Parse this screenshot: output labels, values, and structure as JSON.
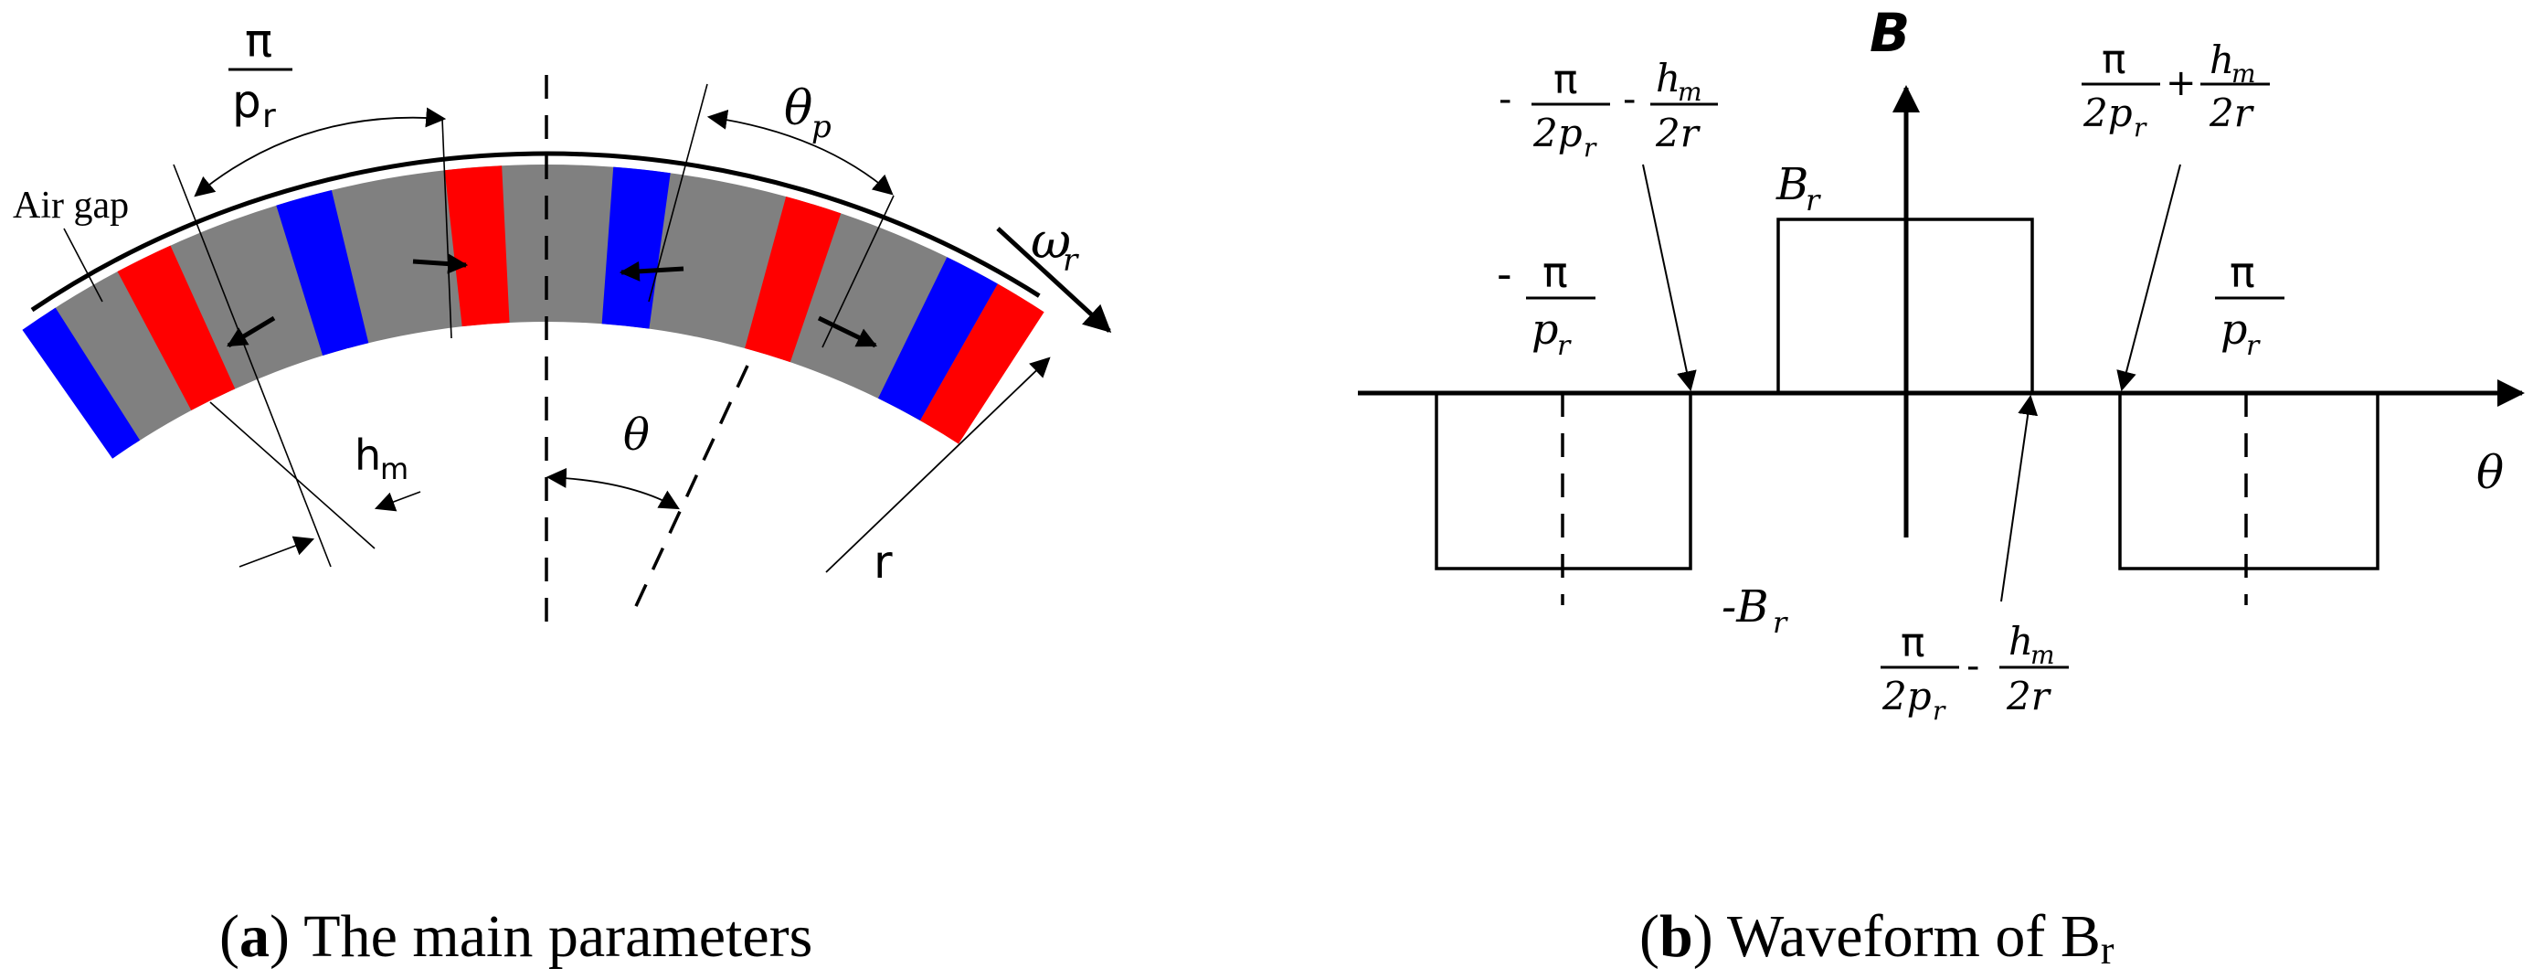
{
  "panel_a": {
    "caption_letter": "a",
    "caption_text": "The main parameters",
    "labels": {
      "air_gap": "Air gap",
      "pole_pitch_num": "π",
      "pole_pitch_den": "p",
      "pole_pitch_den_sub": "r",
      "theta_p": "θ",
      "theta_p_sub": "p",
      "omega": "ω",
      "omega_sub": "r",
      "h_m": "h",
      "h_m_sub": "m",
      "theta": "θ",
      "radius": "r"
    },
    "colors": {
      "rotor": "#808080",
      "magnet_north": "#ff0000",
      "magnet_south": "#0000ff",
      "outline": "#000000"
    }
  },
  "panel_b": {
    "caption_letter": "b",
    "caption_text": "Waveform of B",
    "caption_sub": "r",
    "labels": {
      "y_axis": "B",
      "x_axis": "θ",
      "b_r": "B",
      "b_r_sub": "r",
      "neg_b_r": "-B",
      "neg_b_r_sub": "r",
      "neg_pi_over_pr": {
        "sign": "-",
        "num": "π",
        "den": "p",
        "den_sub": "r"
      },
      "pi_over_pr": {
        "num": "π",
        "den": "p",
        "den_sub": "r"
      },
      "neg_left_edge": {
        "sign1": "-",
        "num1": "π",
        "den1": "2p",
        "den1_sub": "r",
        "op": "-",
        "num2": "h",
        "num2_sub": "m",
        "den2": "2r"
      },
      "pos_right_edge": {
        "num1": "π",
        "den1": "2p",
        "den1_sub": "r",
        "op": "+",
        "num2": "h",
        "num2_sub": "m",
        "den2": "2r"
      },
      "pos_left_edge": {
        "num1": "π",
        "den1": "2p",
        "den1_sub": "r",
        "op": "-",
        "num2": "h",
        "num2_sub": "m",
        "den2": "2r"
      }
    }
  }
}
